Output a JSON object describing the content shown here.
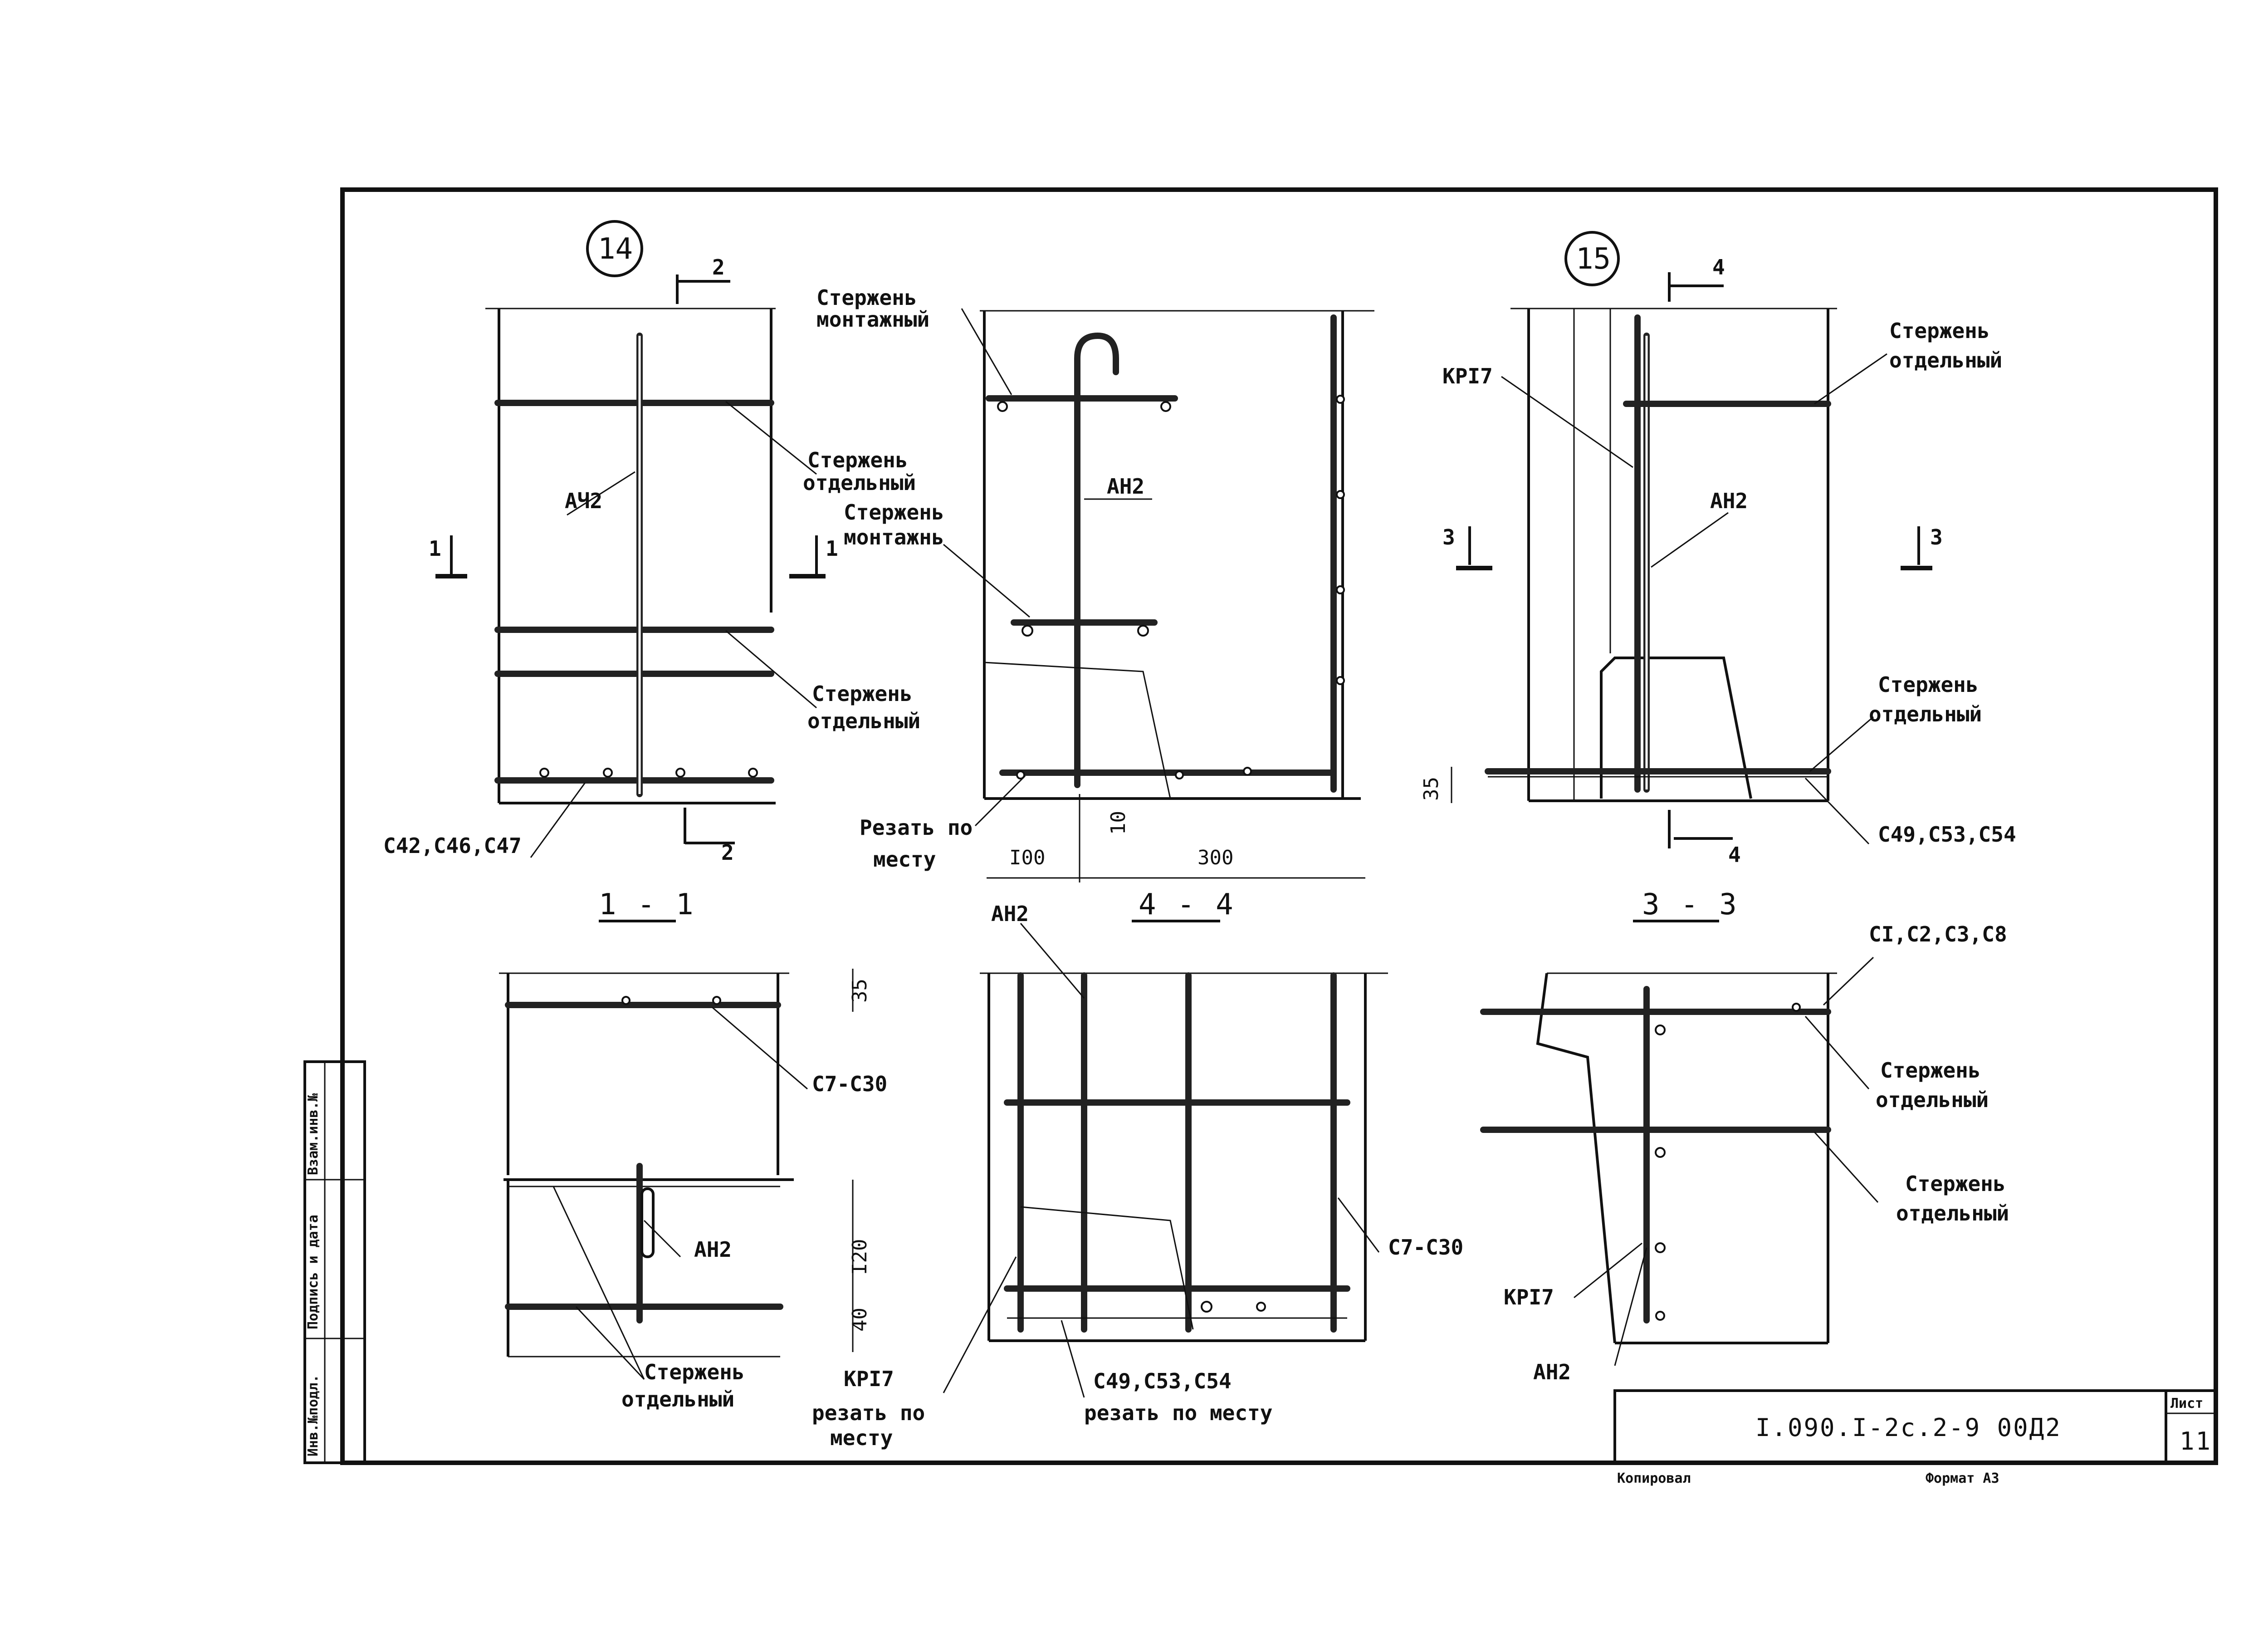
{
  "sheet": {
    "code": "I.090.I-2c.2-9 00Д2",
    "sheet_label": "Лист",
    "sheet_number": "11",
    "footer_left": "Копировал",
    "footer_right": "Формат А3",
    "side_stamp": [
      "Инв.№подл.",
      "Подпись и дата",
      "Взам.инв.№"
    ]
  },
  "nodes": {
    "n14": "14",
    "n15": "15"
  },
  "sections": {
    "s11": "1 - 1",
    "s44": "4 - 4",
    "s33": "3 - 3"
  },
  "cut_marks": {
    "c1": "1",
    "c2": "2",
    "c3": "3",
    "c4": "4"
  },
  "labels": {
    "sterzhen": "Стержень",
    "montazhny": "монтажный",
    "montazhn_trunc": "монтажнь",
    "otdelny": "отдельный",
    "ach2": "АЧ2",
    "ah2": "АН2",
    "kr17": "КРI7",
    "c42": "С42,С46,С47",
    "c49": "С49,С53,С54",
    "c7c30": "С7-С30",
    "c1c8": "СI,С2,С3,С8",
    "rezat_po": "Резать по",
    "mestu": "месту",
    "rezat_po_lc": "резать по",
    "rezat_po_mestu": "резать по месту"
  },
  "dimensions": {
    "d35": "35",
    "d10": "10",
    "d100": "I00",
    "d300": "300",
    "d120": "I20",
    "d40": "40"
  }
}
